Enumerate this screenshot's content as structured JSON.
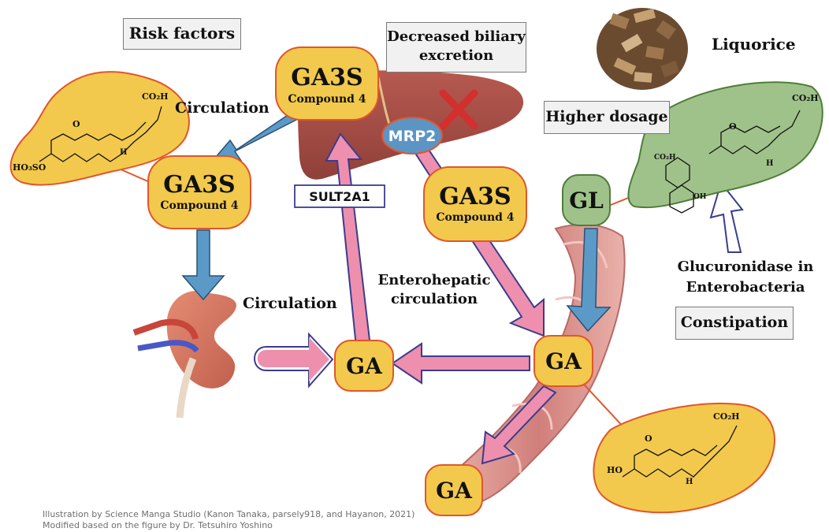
{
  "labels": {
    "risk_factors": "Risk factors",
    "decreased_biliary_line1": "Decreased biliary",
    "decreased_biliary_line2": "excretion",
    "liquorice": "Liquorice",
    "higher_dosage": "Higher dosage",
    "circulation_top": "Circulation",
    "circulation_kidney": "Circulation",
    "enterohepatic_line1": "Enterohepatic",
    "enterohepatic_line2": "circulation",
    "glucuronidase_line1": "Glucuronidase in",
    "glucuronidase_line2": "Enterobacteria",
    "constipation": "Constipation",
    "sult2a1": "SULT2A1",
    "mrp2": "MRP2"
  },
  "compounds": {
    "ga3s_name": "GA3S",
    "ga3s_sub": "Compound 4",
    "gl": "GL",
    "ga": "GA"
  },
  "structure_labels": {
    "co2h": "CO₂H",
    "o": "O",
    "h": "H",
    "ho3so": "HO₃SO",
    "ho": "HO",
    "oh": "OH"
  },
  "credits": {
    "line1": "Illustration by Science Manga Studio (Kanon Tanaka, parsely918, and Hayanon, 2021)",
    "line2": "Modified based on the figure by Dr. Tetsuhiro Yoshino"
  },
  "colors": {
    "compound_fill": "#f2c94c",
    "compound_stroke": "#e2552b",
    "gl_fill": "#9fc28a",
    "gl_stroke": "#4f7d3a",
    "pink_arrow": "#ee8fae",
    "pink_arrow_stroke": "#3b3c8f",
    "blue_arrow": "#5b9ac6",
    "mrp2_fill": "#5c95c4",
    "liver": "#a7524a",
    "kidney": "#d87a66",
    "intestine": "#d88d88",
    "cross": "#d32f2f"
  }
}
